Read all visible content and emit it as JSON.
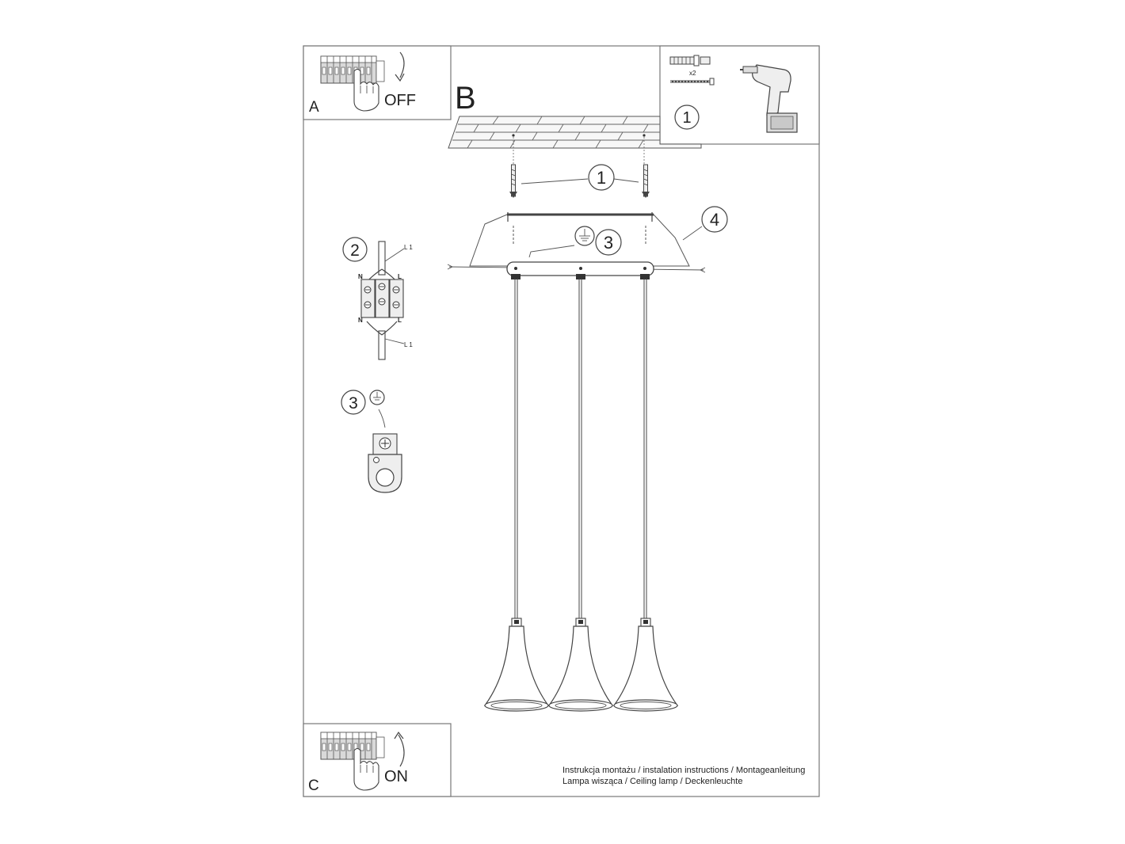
{
  "panels": {
    "a": {
      "letter": "A",
      "state": "OFF"
    },
    "b": {
      "letter": "B"
    },
    "c": {
      "letter": "C",
      "state": "ON"
    }
  },
  "callouts": {
    "anchor_ref": "1",
    "screw_ref": "1",
    "terminal_ref": "2",
    "earth_ref": "3",
    "earth_detail_ref": "3",
    "canopy_ref": "4"
  },
  "hardware": {
    "quantity": "x2"
  },
  "terminal": {
    "n_top": "N",
    "l_top": "L",
    "l1_top": "L 1",
    "n_bottom": "N",
    "l_bottom": "L",
    "l1_bottom": "L 1"
  },
  "footer": {
    "line1": "Instrukcja montażu / instalation instructions / Montageanleitung",
    "line2": "Lampa wisząca / Ceiling lamp / Deckenleuchte"
  },
  "icons": [
    "breaker-panel-icon",
    "hand-icon",
    "drill-icon",
    "earth-symbol-icon",
    "anchor-screw-icon"
  ]
}
